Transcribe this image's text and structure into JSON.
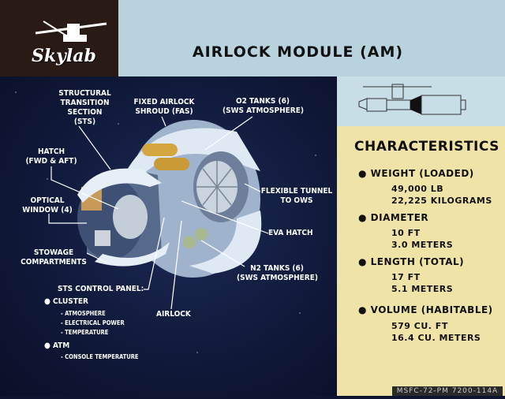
{
  "logo": {
    "text": "Skylab"
  },
  "title": "AIRLOCK MODULE (AM)",
  "labels": {
    "sts": [
      "STRUCTURAL",
      "TRANSITION",
      "SECTION",
      "(STS)"
    ],
    "fas": [
      "FIXED AIRLOCK",
      "SHROUD (FAS)"
    ],
    "o2": [
      "O2 TANKS (6)",
      "(SWS ATMOSPHERE)"
    ],
    "hatch": [
      "HATCH",
      "(FWD & AFT)"
    ],
    "tunnel": [
      "FLEXIBLE TUNNEL",
      "TO OWS"
    ],
    "window": [
      "OPTICAL",
      "WINDOW (4)"
    ],
    "eva": "EVA HATCH",
    "stowage": [
      "STOWAGE",
      "COMPARTMENTS"
    ],
    "n2": [
      "N2 TANKS (6)",
      "(SWS ATMOSPHERE)"
    ],
    "airlock": "AIRLOCK",
    "panel": {
      "title": "STS CONTROL PANEL:",
      "cluster": "CLUSTER",
      "cluster_items": [
        "- ATMOSPHERE",
        "- ELECTRICAL POWER",
        "- TEMPERATURE"
      ],
      "atm": "ATM",
      "atm_items": [
        "- CONSOLE TEMPERATURE"
      ]
    }
  },
  "characteristics": {
    "title": "CHARACTERISTICS",
    "items": [
      {
        "label": "WEIGHT (LOADED)",
        "values": [
          "49,000 LB",
          "22,225 KILOGRAMS"
        ]
      },
      {
        "label": "DIAMETER",
        "values": [
          "10 FT",
          "3.0 METERS"
        ]
      },
      {
        "label": "LENGTH (TOTAL)",
        "values": [
          "17 FT",
          "5.1 METERS"
        ]
      },
      {
        "label": "VOLUME (HABITABLE)",
        "values": [
          "579 CU. FT",
          "16.4 CU. METERS"
        ]
      }
    ]
  },
  "footer": "MSFC-72-PM 7200-114A",
  "colors": {
    "navy": "#0f1838",
    "yellow": "#efe3a8",
    "blue": "#b8d3de",
    "brown": "#2a1a16"
  }
}
